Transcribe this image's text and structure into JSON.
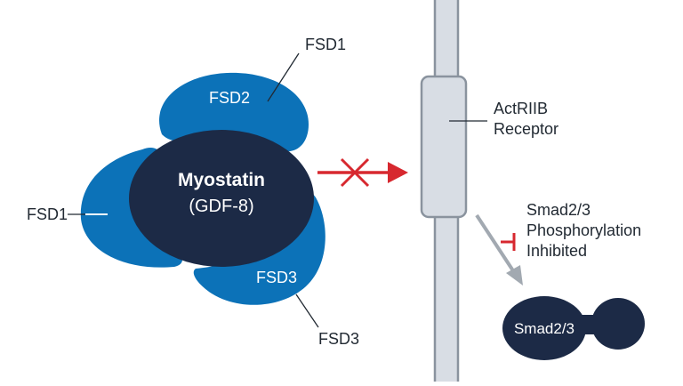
{
  "colors": {
    "fsd_blue": "#0c72b8",
    "myostatin_navy": "#1c2a46",
    "membrane_fill": "#d8dde4",
    "membrane_stroke": "#8a939e",
    "block_red": "#d7282f",
    "arrow_gray": "#a2a9b1",
    "label_dark": "#222a33"
  },
  "myostatin": {
    "name": "Myostatin",
    "alias": "(GDF-8)"
  },
  "domains": {
    "fsd2_inner": "FSD2",
    "fsd3_inner": "FSD3",
    "fsd1_top_callout": "FSD1",
    "fsd1_left_callout": "FSD1",
    "fsd3_bottom_callout": "FSD3"
  },
  "receptor": {
    "line1": "ActRIIB",
    "line2": "Receptor"
  },
  "smad_note": {
    "line1": "Smad2/3",
    "line2": "Phosphorylation",
    "line3": "Inhibited"
  },
  "smad_protein": {
    "label": "Smad2/3"
  },
  "icons": {
    "blocked_arrow": "blocked-arrow-icon",
    "inhibition": "inhibition-t-bar-icon"
  }
}
